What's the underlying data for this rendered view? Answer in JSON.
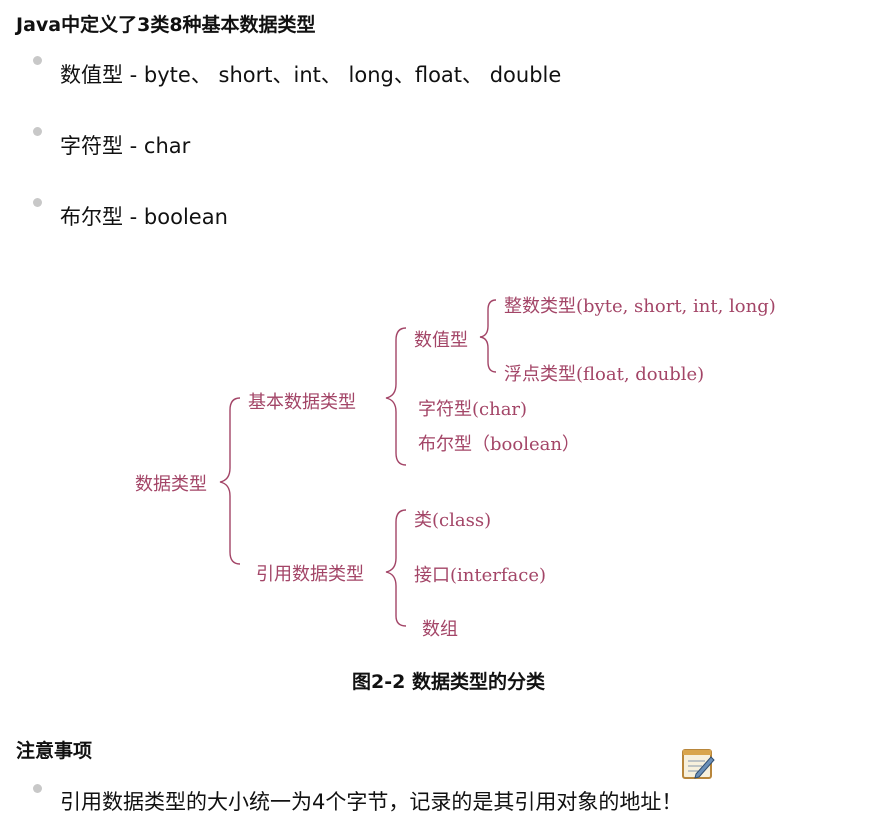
{
  "heading": "Java中定义了3类8种基本数据类型",
  "bullets": [
    "数值型 -  byte、 short、int、 long、float、 double",
    "字符型 -  char",
    "布尔型 - boolean"
  ],
  "diagram": {
    "root": "数据类型",
    "basic": "基本数据类型",
    "reference": "引用数据类型",
    "numeric": "数值型",
    "integer": "整数类型(byte, short, int, long)",
    "floating": "浮点类型(float, double)",
    "char": "字符型(char)",
    "boolean": "布尔型（boolean）",
    "class": "类(class)",
    "interface": "接口(interface)",
    "array": "数组"
  },
  "caption": "图2-2 数据类型的分类",
  "notes_heading": "注意事项",
  "notes": [
    "引用数据类型的大小统一为4个字节，记录的是其引用对象的地址！"
  ],
  "colors": {
    "diagram": "#a34567",
    "bullet": "#c8c8c8"
  },
  "icons": [
    "notepad-icon"
  ]
}
